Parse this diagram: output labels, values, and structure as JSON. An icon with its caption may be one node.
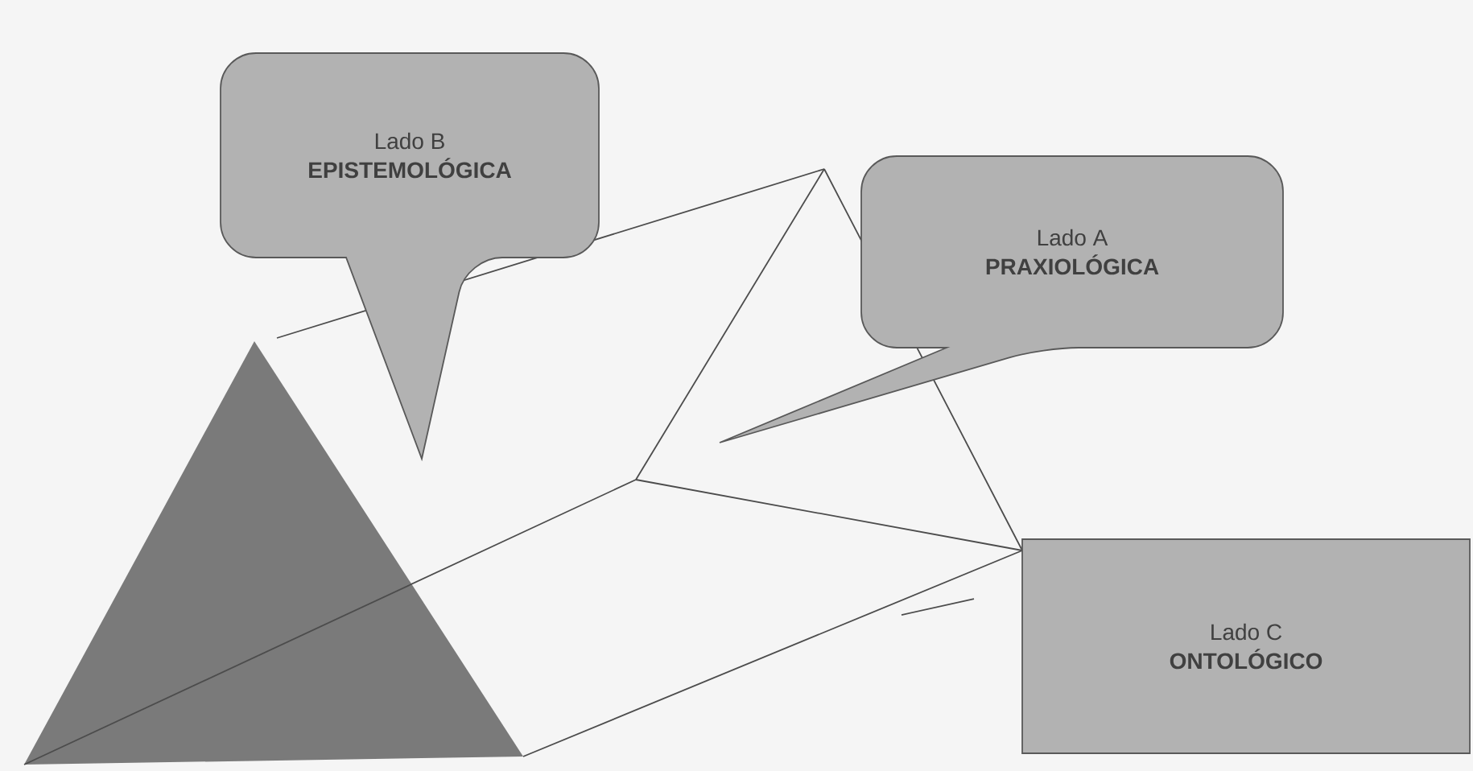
{
  "diagram": {
    "nodes": [
      {
        "text": [
          "Lado B",
          "EPISTEMOLÓGICA"
        ]
      },
      {
        "text": [
          "Lado A",
          "PRAXIOLÓGICA"
        ]
      },
      {
        "text": [
          "Lado C",
          "ONTOLÓGICO"
        ]
      }
    ]
  }
}
